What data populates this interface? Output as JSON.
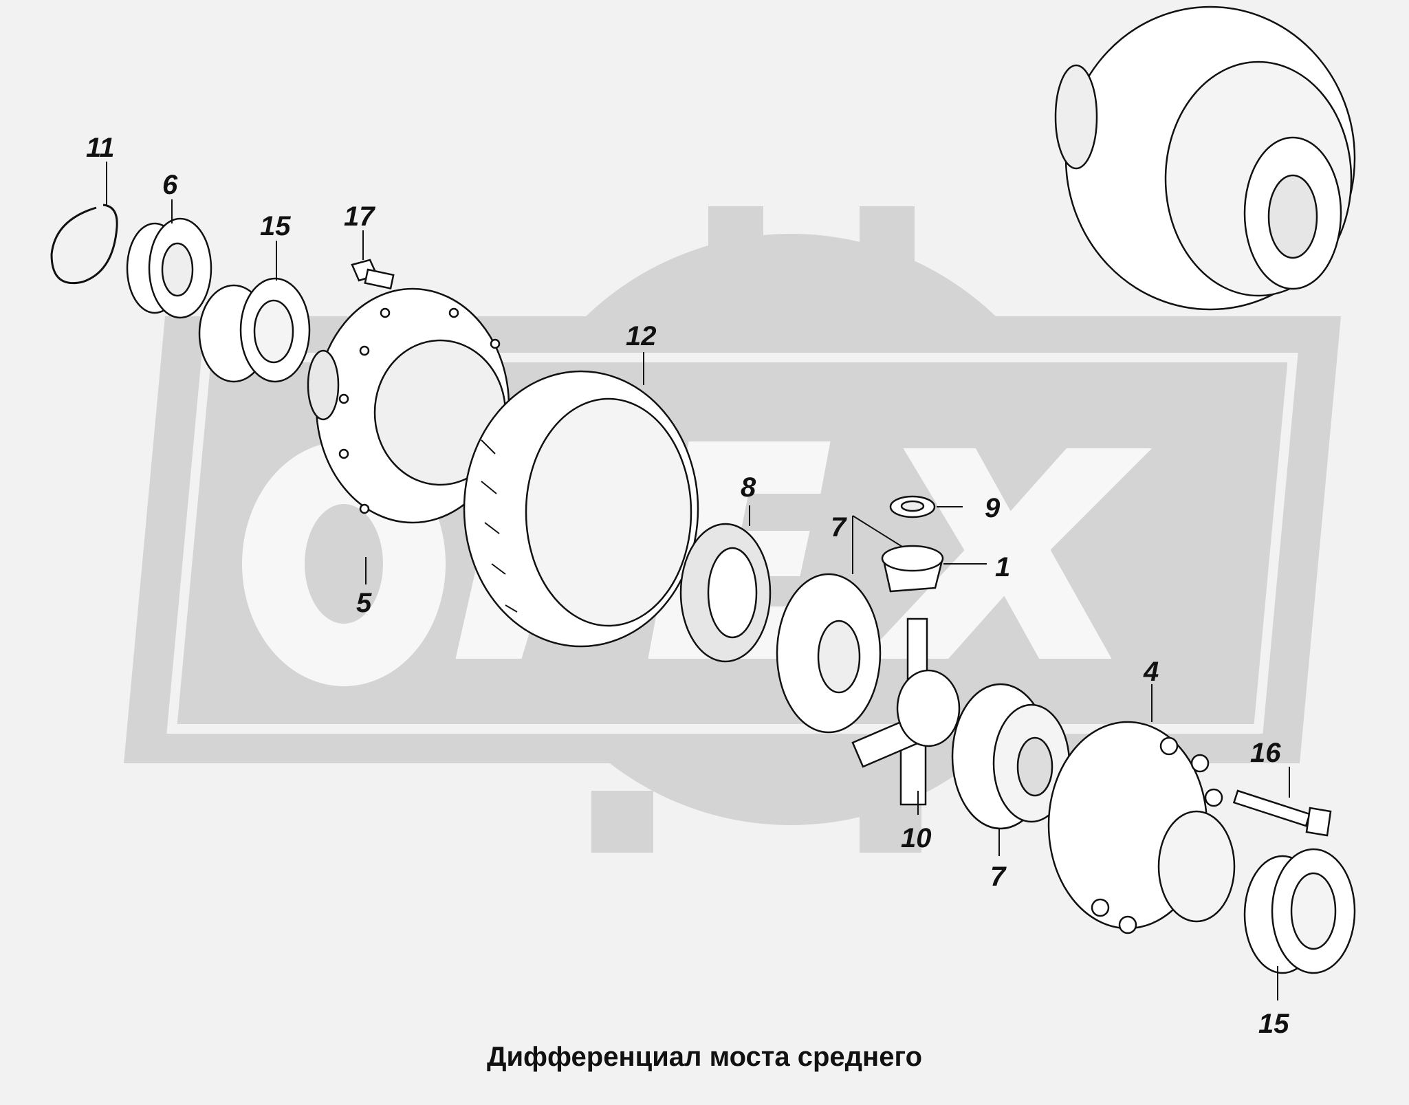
{
  "caption": "Дифференциал моста среднего",
  "watermark": {
    "text": "OPEX",
    "color": "#d4d4d4"
  },
  "colors": {
    "background": "#f2f2f2",
    "line": "#111111",
    "watermark": "#d4d4d4"
  },
  "callouts": {
    "c1": "1",
    "c4": "4",
    "c5": "5",
    "c6": "6",
    "c7a": "7",
    "c7b": "7",
    "c8": "8",
    "c9": "9",
    "c10": "10",
    "c11": "11",
    "c12": "12",
    "c15a": "15",
    "c15b": "15",
    "c16": "16",
    "c17": "17"
  }
}
